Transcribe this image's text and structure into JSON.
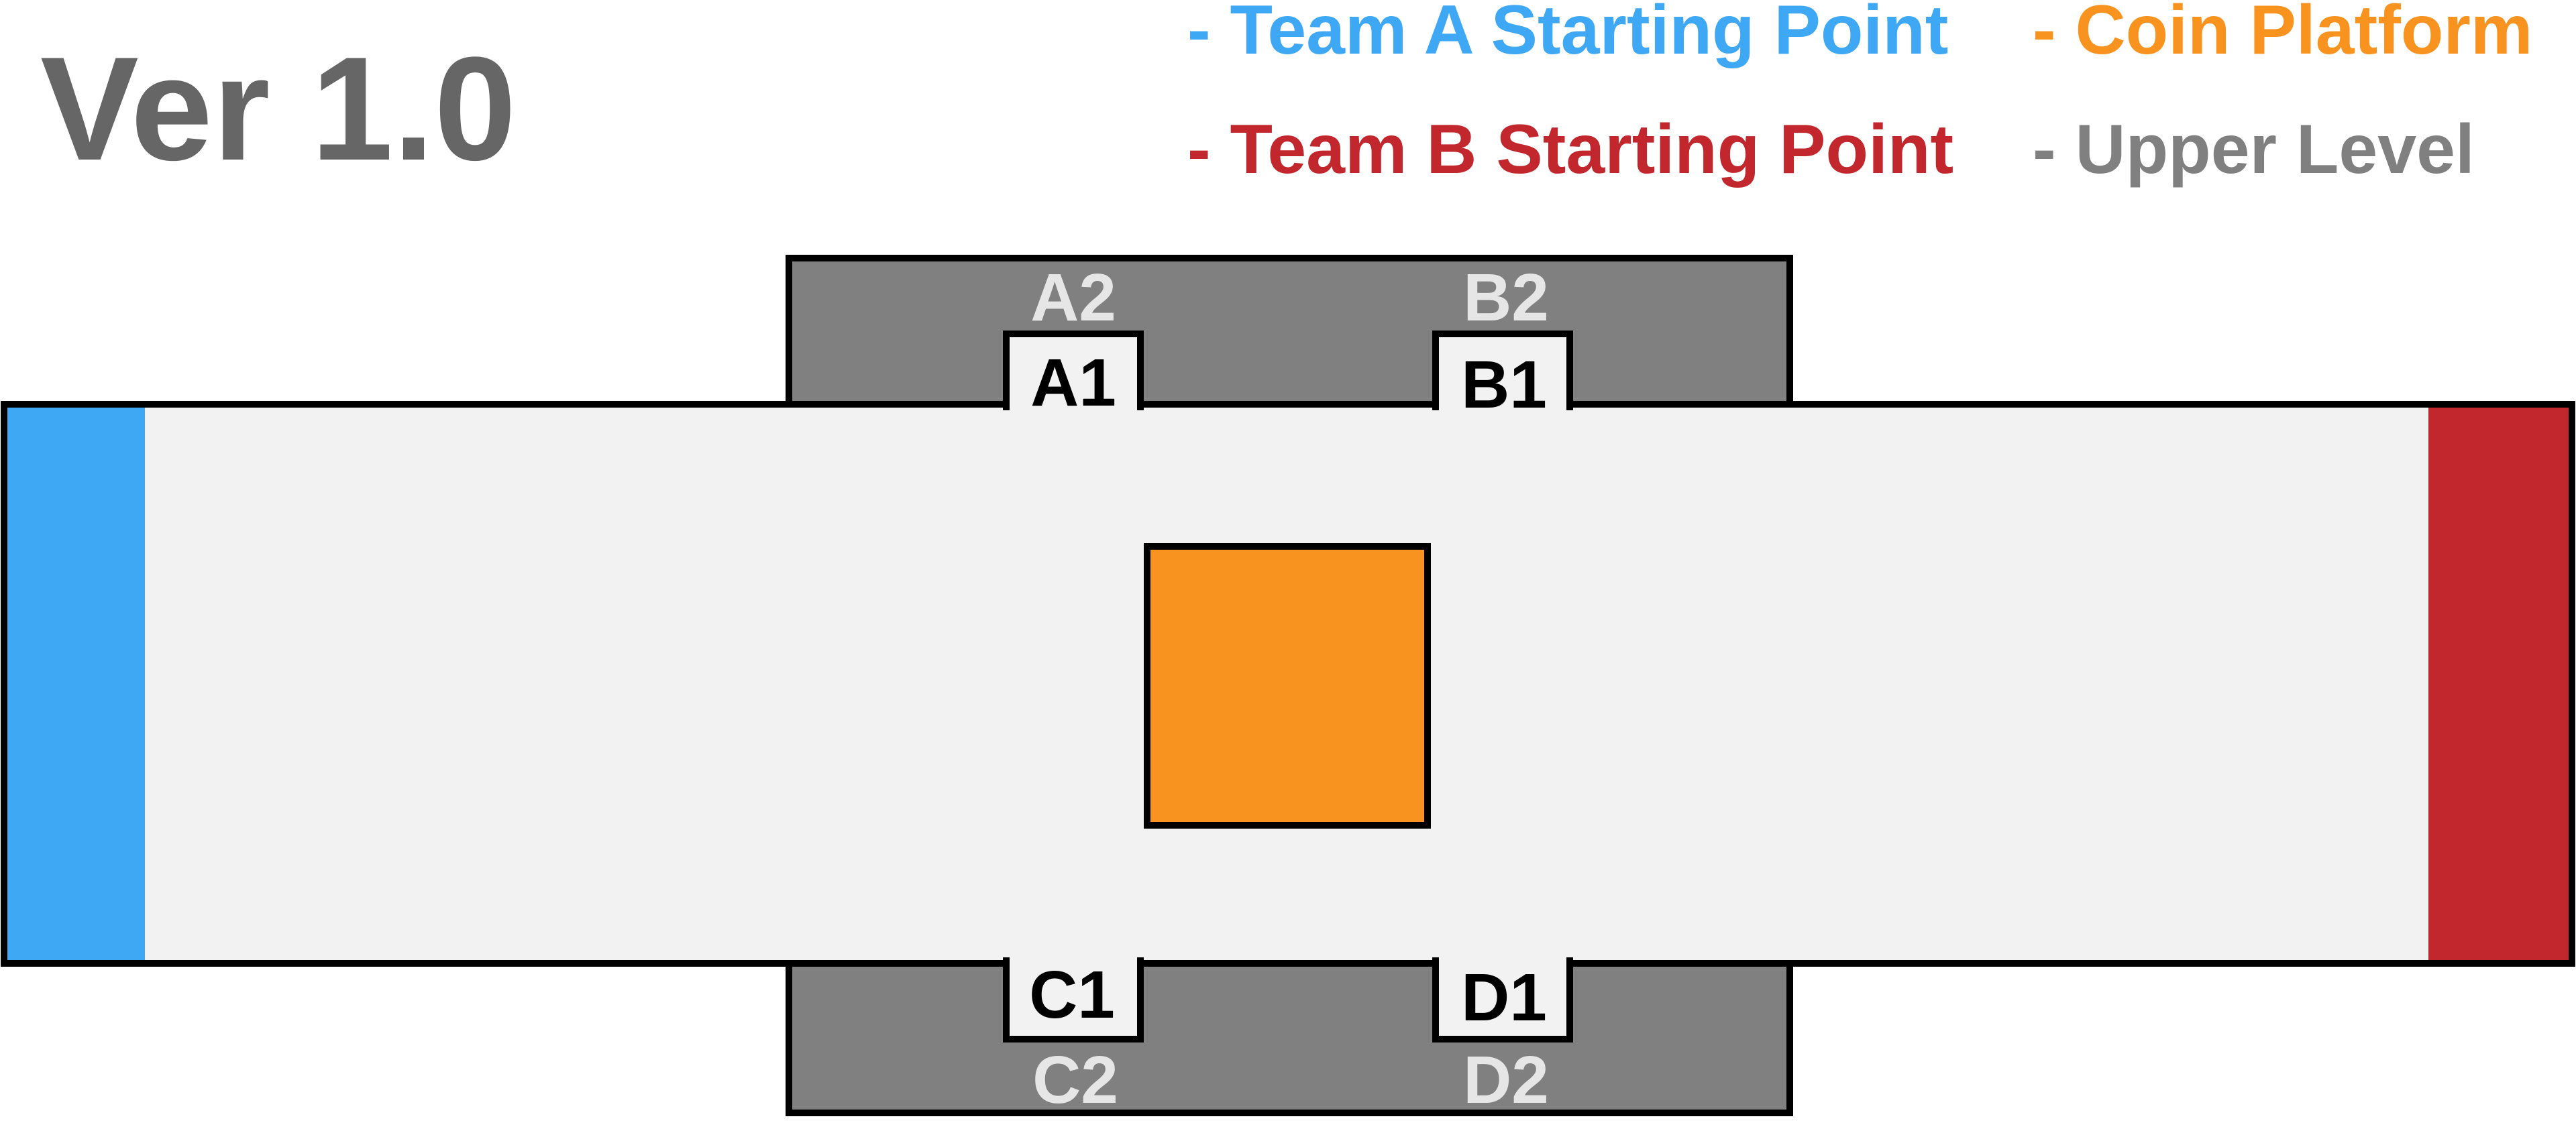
{
  "version_title": "Ver 1.0",
  "legend": {
    "team_a": "- Team A Starting Point",
    "team_b": "- Team B Starting Point",
    "coin": "- Coin Platform",
    "upper": "- Upper Level"
  },
  "zones": {
    "a1": "A1",
    "a2": "A2",
    "b1": "B1",
    "b2": "B2",
    "c1": "C1",
    "c2": "C2",
    "d1": "D1",
    "d2": "D2"
  },
  "colors": {
    "team_a": "#3FA8F4",
    "team_b": "#C1272D",
    "coin": "#F7931E",
    "upper": "#808080",
    "floor": "#F2F2F2",
    "outline": "#000000",
    "title": "#666666",
    "upper_text": "#E6E6E6",
    "lower_text": "#000000"
  }
}
